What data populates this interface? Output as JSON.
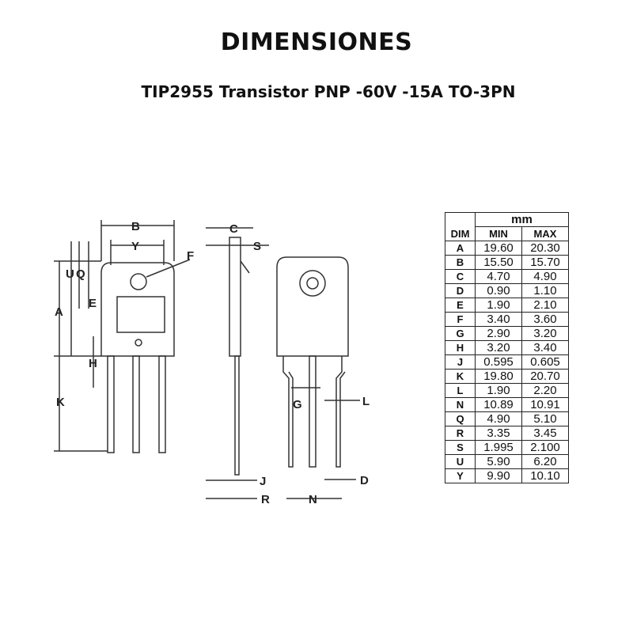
{
  "title": "DIMENSIONES",
  "subtitle": "TIP2955 Transistor PNP -60V -15A TO-3PN",
  "diagram": {
    "labels": {
      "B": "B",
      "Y": "Y",
      "F": "F",
      "U": "U",
      "Q": "Q",
      "A": "A",
      "E": "E",
      "H": "H",
      "K": "K",
      "C": "C",
      "S": "S",
      "J": "J",
      "R": "R",
      "G": "G",
      "L": "L",
      "N": "N",
      "D": "D"
    }
  },
  "table": {
    "unit": "mm",
    "headers": {
      "dim": "DIM",
      "min": "MIN",
      "max": "MAX"
    },
    "rows": [
      {
        "dim": "A",
        "min": "19.60",
        "max": "20.30"
      },
      {
        "dim": "B",
        "min": "15.50",
        "max": "15.70"
      },
      {
        "dim": "C",
        "min": "4.70",
        "max": "4.90"
      },
      {
        "dim": "D",
        "min": "0.90",
        "max": "1.10"
      },
      {
        "dim": "E",
        "min": "1.90",
        "max": "2.10"
      },
      {
        "dim": "F",
        "min": "3.40",
        "max": "3.60"
      },
      {
        "dim": "G",
        "min": "2.90",
        "max": "3.20"
      },
      {
        "dim": "H",
        "min": "3.20",
        "max": "3.40"
      },
      {
        "dim": "J",
        "min": "0.595",
        "max": "0.605"
      },
      {
        "dim": "K",
        "min": "19.80",
        "max": "20.70"
      },
      {
        "dim": "L",
        "min": "1.90",
        "max": "2.20"
      },
      {
        "dim": "N",
        "min": "10.89",
        "max": "10.91"
      },
      {
        "dim": "Q",
        "min": "4.90",
        "max": "5.10"
      },
      {
        "dim": "R",
        "min": "3.35",
        "max": "3.45"
      },
      {
        "dim": "S",
        "min": "1.995",
        "max": "2.100"
      },
      {
        "dim": "U",
        "min": "5.90",
        "max": "6.20"
      },
      {
        "dim": "Y",
        "min": "9.90",
        "max": "10.10"
      }
    ]
  }
}
